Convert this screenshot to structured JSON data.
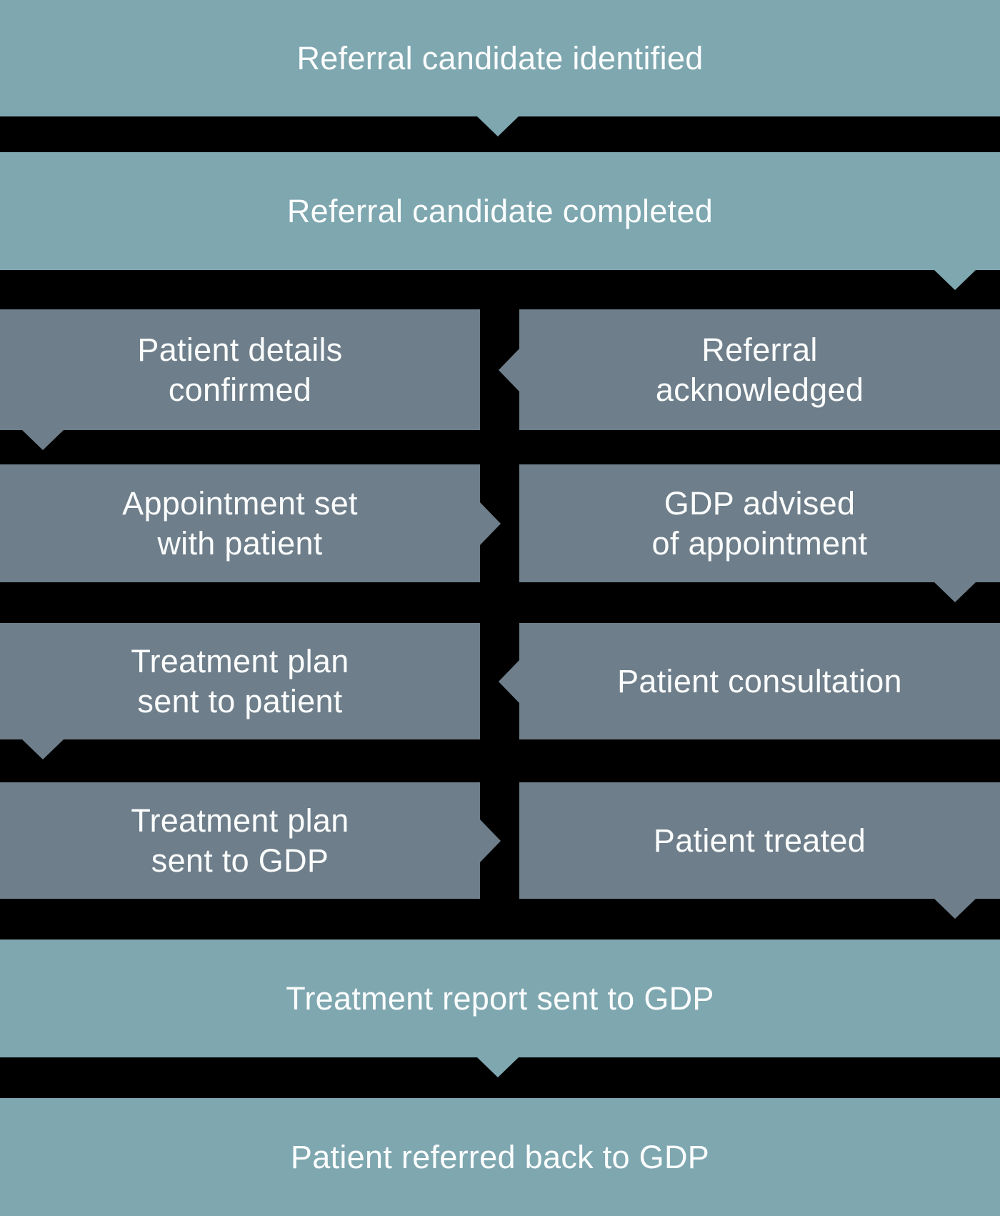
{
  "colors": {
    "teal": "#7EA7B0",
    "slate": "#6E7E8A",
    "background": "#000000",
    "text": "#FBFDFD"
  },
  "flow": {
    "banners": {
      "identified": "Referral candidate identified",
      "completed": "Referral candidate completed",
      "report": "Treatment report sent to GDP",
      "referred_back": "Patient referred back to GDP"
    },
    "steps": {
      "patient_details": "Patient details\nconfirmed",
      "referral_ack": "Referral\nacknowledged",
      "appointment_set": "Appointment set\nwith patient",
      "gdp_advised": "GDP advised\nof appointment",
      "plan_to_patient": "Treatment plan\nsent to patient",
      "consultation": "Patient consultation",
      "plan_to_gdp": "Treatment plan\nsent to GDP",
      "treated": "Patient treated"
    }
  }
}
